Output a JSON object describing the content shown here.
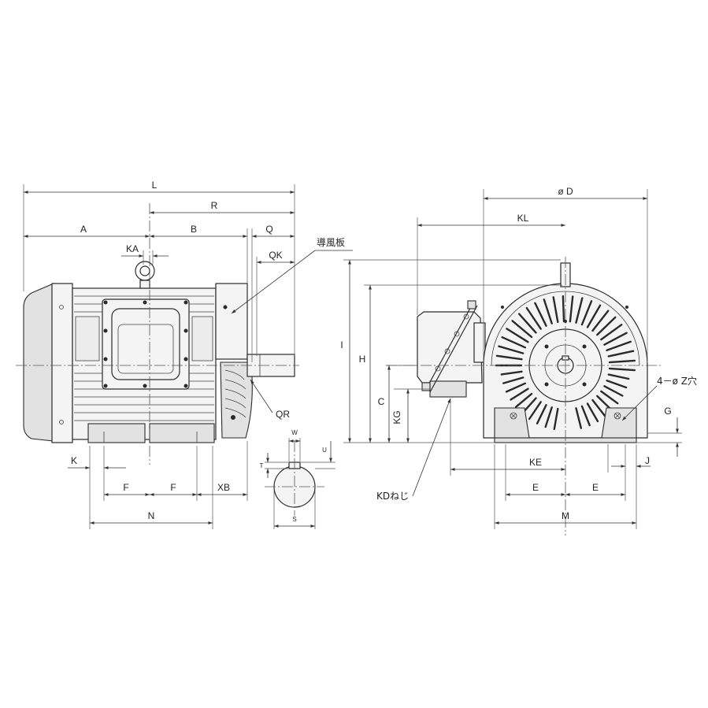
{
  "labels": {
    "L": "L",
    "R": "R",
    "A": "A",
    "B": "B",
    "Q": "Q",
    "KA": "KA",
    "QK": "QK",
    "QR": "QR",
    "K": "K",
    "F1": "F",
    "F2": "F",
    "XB": "XB",
    "N": "N",
    "W": "W",
    "T": "T",
    "U": "U",
    "S": "S",
    "phiD": "ø D",
    "KL": "KL",
    "I": "I",
    "H": "H",
    "C": "C",
    "KG": "KG",
    "KE": "KE",
    "E1": "E",
    "E2": "E",
    "M": "M",
    "G": "G",
    "J": "J",
    "KD": "KDねじ",
    "Z": "4－ø Z穴",
    "air_guide": "導風板"
  }
}
